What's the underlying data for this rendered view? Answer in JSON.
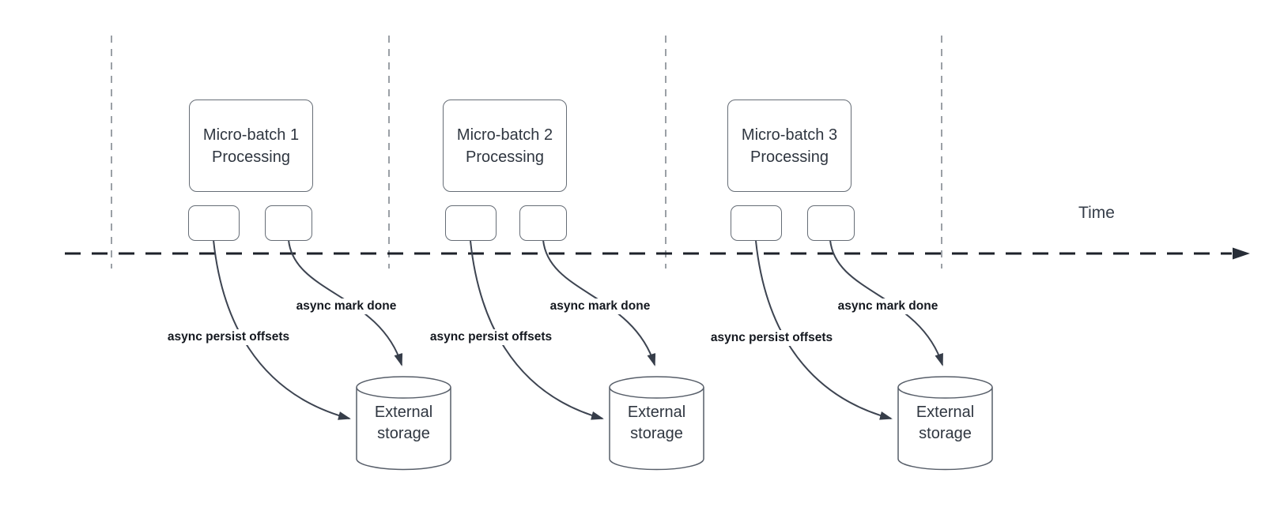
{
  "timeline": {
    "label": "Time"
  },
  "groups": [
    {
      "box_title": "Micro-batch 1\nProcessing",
      "persist_label": "async persist offsets",
      "mark_done_label": "async mark done",
      "storage_label": "External\nstorage"
    },
    {
      "box_title": "Micro-batch 2\nProcessing",
      "persist_label": "async persist offsets",
      "mark_done_label": "async mark done",
      "storage_label": "External\nstorage"
    },
    {
      "box_title": "Micro-batch 3\nProcessing",
      "persist_label": "async persist offsets",
      "mark_done_label": "async mark done",
      "storage_label": "External\nstorage"
    }
  ],
  "colors": {
    "background": "#ffffff",
    "shape_stroke": "#666d76",
    "cylinder_stroke": "#575e69",
    "arrow_stroke": "#3d4451",
    "timeline_stroke": "#1d2129",
    "guide_line_stroke": "#9ba0a6",
    "flow_label_text": "#14181f",
    "shape_text": "#2f3640"
  }
}
